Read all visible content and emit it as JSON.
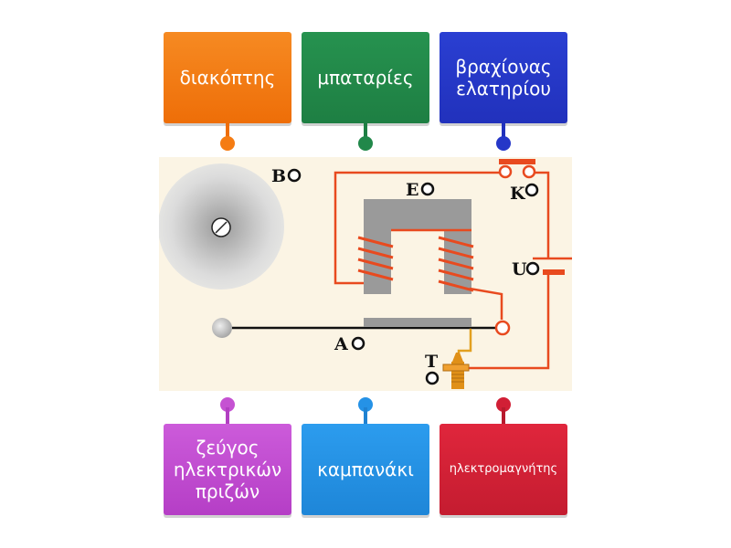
{
  "labels": {
    "top": [
      {
        "text": "διακόπτης",
        "color": "#f57c13"
      },
      {
        "text": "μπαταρίες",
        "color": "#21884a"
      },
      {
        "text": "βραχίονας ελατηρίου",
        "color": "#2537c8"
      }
    ],
    "bottom": [
      {
        "text": "ζεύγος ηλεκτρικών πριζών",
        "color": "#c552d2"
      },
      {
        "text": "καμπανάκι",
        "color": "#2592e6"
      },
      {
        "text": "ηλεκτρομαγνήτης",
        "color": "#d11f35"
      }
    ]
  },
  "diagram": {
    "markers": {
      "B": "B",
      "E": "E",
      "K": "K",
      "U": "U",
      "A": "A",
      "T": "T"
    },
    "wire_color": "#e84a1f",
    "background": "#fbf4e4"
  }
}
